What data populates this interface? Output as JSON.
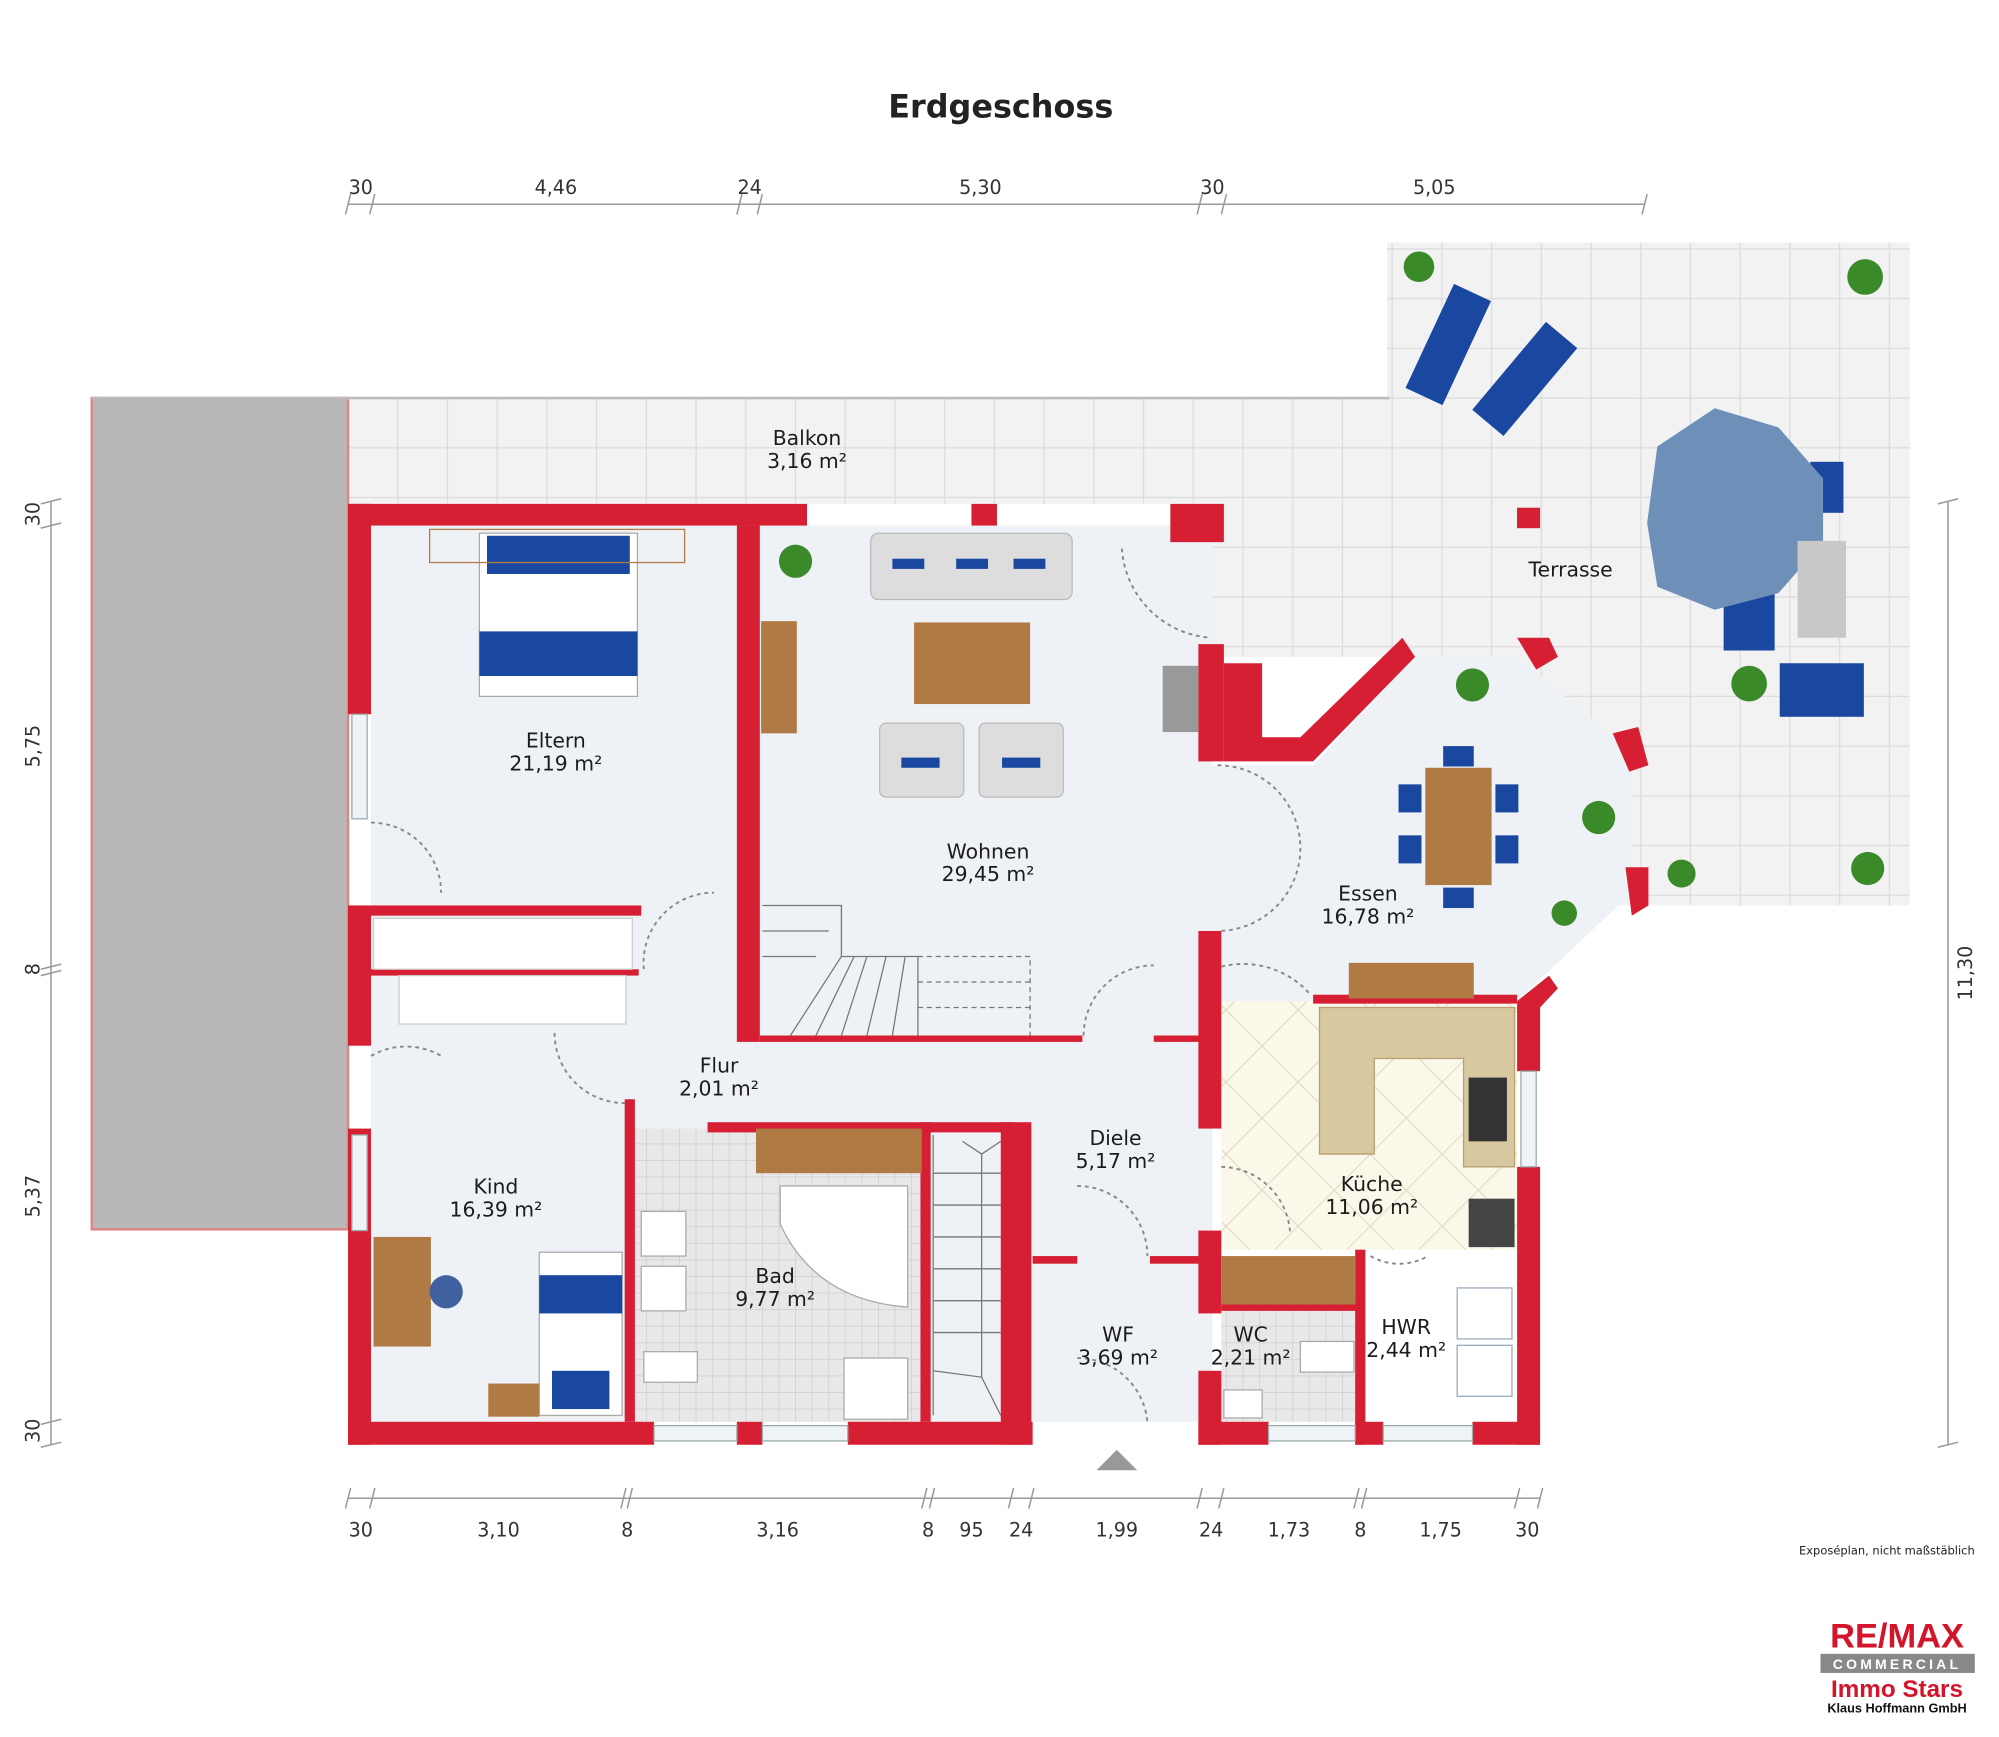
{
  "title": "Erdgeschoss",
  "rooms": {
    "balkon": {
      "name": "Balkon",
      "area": "3,16 m²"
    },
    "terrasse": {
      "name": "Terrasse"
    },
    "eltern": {
      "name": "Eltern",
      "area": "21,19 m²"
    },
    "wohnen": {
      "name": "Wohnen",
      "area": "29,45 m²"
    },
    "essen": {
      "name": "Essen",
      "area": "16,78 m²"
    },
    "flur": {
      "name": "Flur",
      "area": "2,01 m²"
    },
    "diele": {
      "name": "Diele",
      "area": "5,17 m²"
    },
    "kind": {
      "name": "Kind",
      "area": "16,39 m²"
    },
    "kueche": {
      "name": "Küche",
      "area": "11,06 m²"
    },
    "bad": {
      "name": "Bad",
      "area": "9,77 m²"
    },
    "wf": {
      "name": "WF",
      "area": "3,69 m²"
    },
    "wc": {
      "name": "WC",
      "area": "2,21 m²"
    },
    "hwr": {
      "name": "HWR",
      "area": "2,44 m²"
    }
  },
  "dimensions": {
    "top": [
      "30",
      "4,46",
      "24",
      "5,30",
      "30",
      "5,05"
    ],
    "bottom": [
      "30",
      "3,10",
      "8",
      "3,16",
      "8",
      "95",
      "24",
      "1,99",
      "24",
      "1,73",
      "8",
      "1,75",
      "30"
    ],
    "left": [
      "30",
      "5,75",
      "8",
      "5,37",
      "30"
    ],
    "right": [
      "11,30"
    ]
  },
  "note": "Exposéplan, nicht maßstäblich",
  "logo": {
    "brand": "RE/MAX",
    "sub": "COMMERCIAL",
    "name": "Immo Stars",
    "company": "Klaus Hoffmann GmbH"
  },
  "colors": {
    "wall": "#d61f33",
    "floor": "#eef1f6",
    "tile": "#f0f0f0",
    "furniture_blue": "#1a47a0"
  }
}
